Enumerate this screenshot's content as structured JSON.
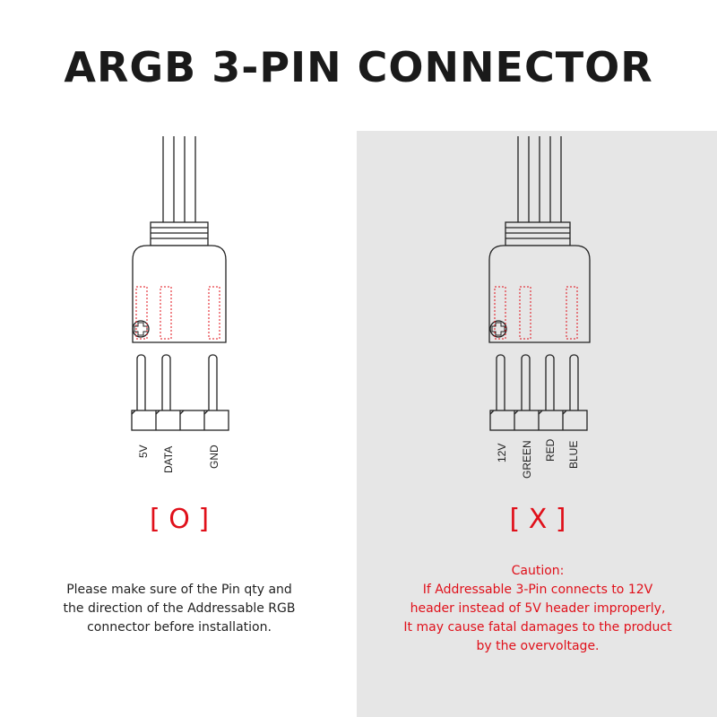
{
  "title": "ARGB 3-PIN CONNECTOR",
  "left": {
    "pins": [
      "5V",
      "DATA",
      "GND"
    ],
    "mark": "[ O ]",
    "note_lines": [
      "Please make sure of the Pin qty and",
      "the direction of the Addressable RGB",
      "connector before installation."
    ]
  },
  "right": {
    "pins": [
      "12V",
      "GREEN",
      "RED",
      "BLUE"
    ],
    "mark": "[ X ]",
    "note_lines": [
      "Caution:",
      "If Addressable 3-Pin connects to 12V",
      "header instead of 5V header improperly,",
      "It may cause fatal damages to the product",
      "by the overvoltage."
    ]
  },
  "colors": {
    "accent": "#e0101a",
    "panel": "#e6e6e6",
    "text": "#1a1a1a"
  }
}
